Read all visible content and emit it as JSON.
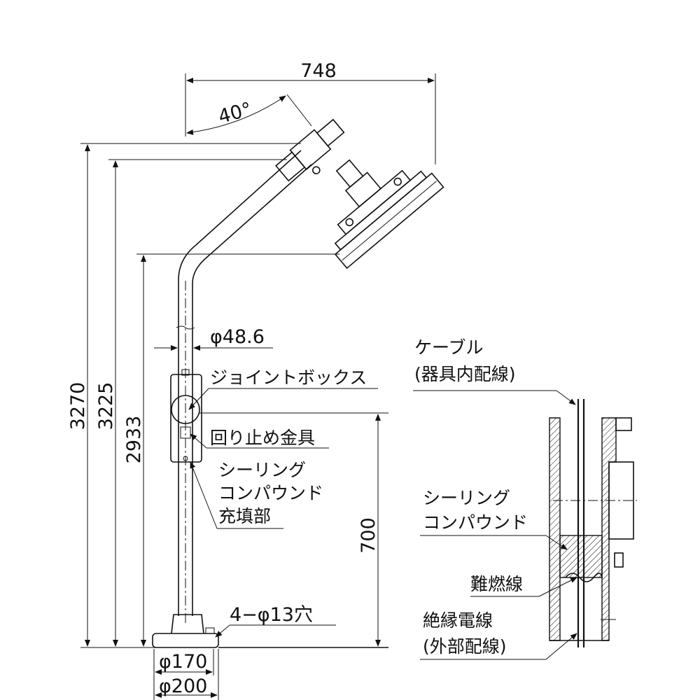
{
  "dimensions": {
    "arm_reach": "748",
    "arm_angle": "40°",
    "total_height": "3270",
    "height_2": "3225",
    "height_3": "2933",
    "box_height": "700",
    "pole_diameter": "φ48.6",
    "base_holes": "4−φ13穴",
    "base_pcd": "φ170",
    "base_diameter": "φ200"
  },
  "labels": {
    "joint_box": "ジョイントボックス",
    "anti_rotation": "回り止め金具",
    "sealing_fill": [
      "シーリング",
      "コンパウンド",
      "充填部"
    ]
  },
  "detail": {
    "cable": [
      "ケーブル",
      "(器具内配線)"
    ],
    "sealing": [
      "シーリング",
      "コンパウンド"
    ],
    "flame_wire": "難燃線",
    "insulated_wire": [
      "絶縁電線",
      "(外部配線)"
    ]
  }
}
